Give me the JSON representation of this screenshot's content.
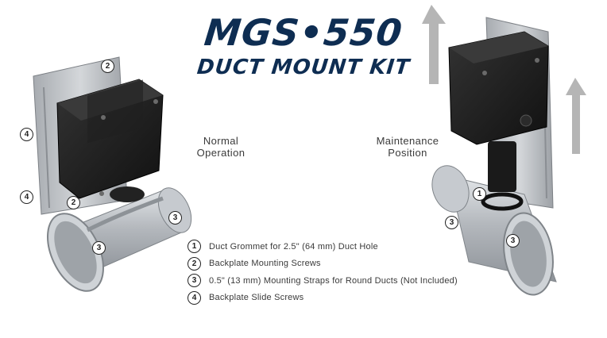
{
  "header": {
    "title": "MGS•550",
    "subtitle": "DUCT MOUNT KIT"
  },
  "captions": {
    "normal": [
      "Normal",
      "Operation"
    ],
    "maintenance": [
      "Maintenance",
      "Position"
    ]
  },
  "legend": [
    {
      "num": "1",
      "text": "Duct Grommet for 2.5\" (64 mm) Duct Hole"
    },
    {
      "num": "2",
      "text": "Backplate Mounting Screws"
    },
    {
      "num": "3",
      "text": "0.5\" (13 mm) Mounting Straps for Round Ducts (Not Included)"
    },
    {
      "num": "4",
      "text": "Backplate Slide Screws"
    }
  ],
  "callouts": {
    "left": [
      "2",
      "4",
      "4",
      "2",
      "3",
      "3"
    ],
    "right": [
      "1",
      "3",
      "3"
    ]
  },
  "colors": {
    "title": "#0e2d52",
    "enclosure": "#1b1b1b",
    "metal": "#b9bdc2",
    "arrow": "#b5b5b5"
  }
}
